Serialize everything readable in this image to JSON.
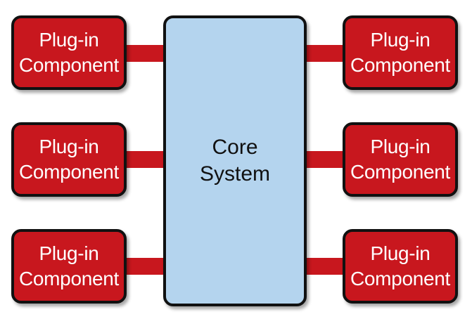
{
  "core": {
    "line1": "Core",
    "line2": "System"
  },
  "plugins": [
    {
      "line1": "Plug-in",
      "line2": "Component"
    },
    {
      "line1": "Plug-in",
      "line2": "Component"
    },
    {
      "line1": "Plug-in",
      "line2": "Component"
    },
    {
      "line1": "Plug-in",
      "line2": "Component"
    },
    {
      "line1": "Plug-in",
      "line2": "Component"
    },
    {
      "line1": "Plug-in",
      "line2": "Component"
    }
  ],
  "colors": {
    "plugin_fill": "#c8171e",
    "core_fill": "#b4d4ee",
    "outline": "#111111",
    "plugin_text": "#ffffff",
    "core_text": "#111111"
  }
}
